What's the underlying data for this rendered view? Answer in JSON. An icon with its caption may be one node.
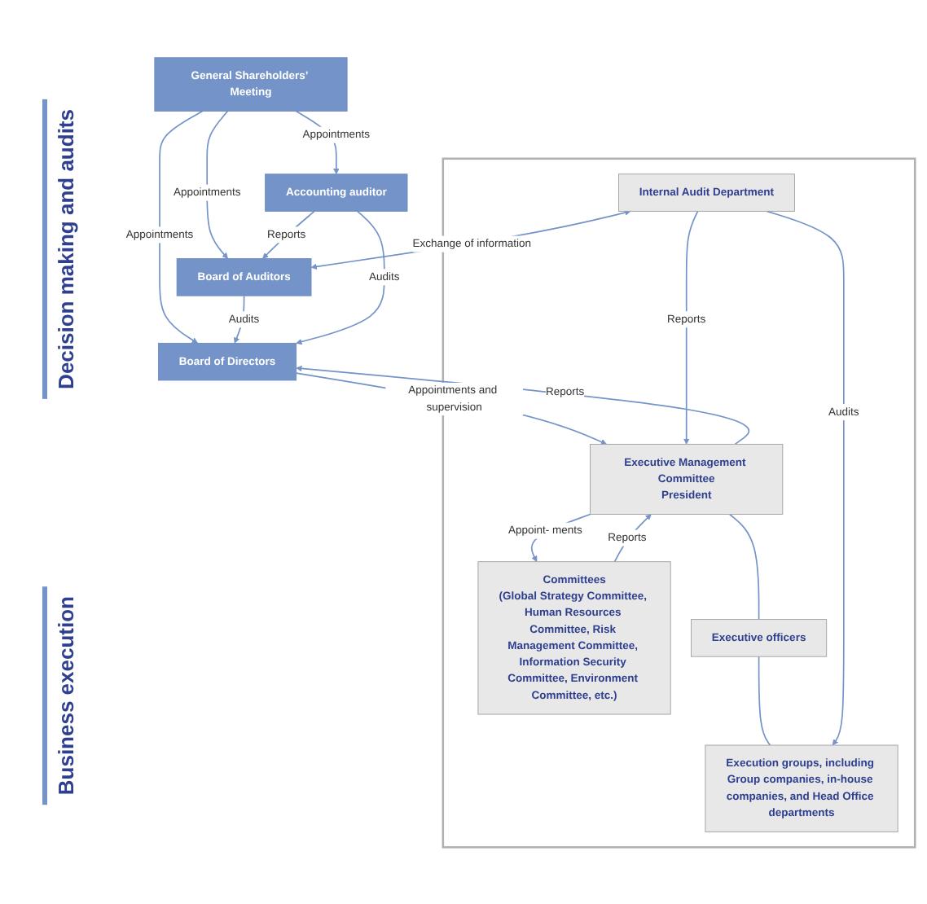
{
  "diagram": {
    "nodes": [
      {
        "text": [
          "General Shareholders’ Meeting"
        ]
      },
      {
        "text": [
          "Board of Directors"
        ]
      },
      {
        "text": [
          "Board of Auditors"
        ]
      },
      {
        "text": [
          "Accounting auditor"
        ]
      },
      {
        "text": [],
        "shape": "box"
      },
      {
        "text": [
          "Executive Management Committee",
          "President"
        ],
        "in": 4
      },
      {
        "text": [
          "Committees",
          "(Global Strategy Committee, Human Resources Committee, Risk Management Committee, Information Security Committee, Environment Committee, etc.)"
        ],
        "in": 4
      },
      {
        "text": [
          "Executive officers"
        ],
        "in": 4
      },
      {
        "text": [
          "Internal Audit Department"
        ],
        "in": 4
      },
      {
        "text": [
          "Execution groups, including Group companies, in-house companies, and Head Office departments"
        ],
        "in": 4
      }
    ],
    "edges": [
      {
        "from": 0,
        "to": 1,
        "arrow": "to",
        "label": "Appointments"
      },
      {
        "from": 0,
        "to": 2,
        "arrow": "to",
        "label": "Appointments"
      },
      {
        "from": 0,
        "to": 3,
        "arrow": "to",
        "label": "Appointments"
      },
      {
        "from": 2,
        "to": 1,
        "arrow": "to",
        "label": "Audits"
      },
      {
        "from": 3,
        "to": 2,
        "arrow": "to",
        "label": "Reports"
      },
      {
        "from": 3,
        "to": 1,
        "arrow": "to",
        "label": "Audits"
      },
      {
        "from": 1,
        "to": 5,
        "arrow": "to",
        "label": "Appointments and supervision"
      },
      {
        "from": 5,
        "to": 1,
        "arrow": "to",
        "label": "Reports"
      },
      {
        "from": 8,
        "to": 2,
        "arrow": "both",
        "label": "Exchange of information"
      },
      {
        "from": 5,
        "to": 6,
        "arrow": "to",
        "label": "Appoint- ments"
      },
      {
        "from": 6,
        "to": 5,
        "arrow": "to",
        "label": "Reports"
      },
      {
        "from": 8,
        "to": 5,
        "arrow": "to",
        "label": "Reports"
      },
      {
        "from": 5,
        "to": 7,
        "arrow": "none"
      },
      {
        "from": 7,
        "to": 9,
        "arrow": "none"
      },
      {
        "from": 8,
        "to": 9,
        "arrow": "to",
        "label": "Audits"
      }
    ],
    "labels": [
      "Decision making and audits",
      "Business execution"
    ]
  }
}
